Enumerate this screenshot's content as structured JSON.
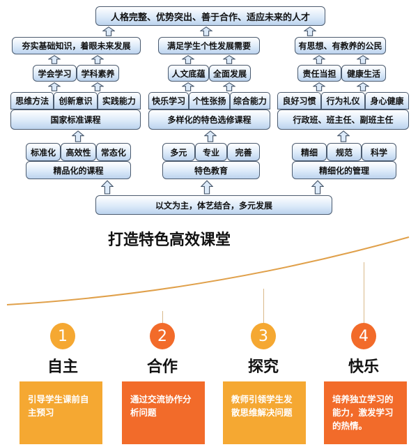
{
  "diagram": {
    "goal": "人格完整、优势突出、善于合作、适应未来的人才",
    "columns": [
      {
        "aim": "夯实基础知识，着眼未来发展",
        "mid": [
          "学会学习",
          "学科素养"
        ],
        "skills": [
          "思维方法",
          "创新意识",
          "实践能力"
        ],
        "course": "国家标准课程",
        "traits": [
          "标准化",
          "高效性",
          "常态化"
        ],
        "base": "精品化的课程"
      },
      {
        "aim": "满足学生个性发展需要",
        "mid": [
          "人文底蕴",
          "全面发展"
        ],
        "skills": [
          "快乐学习",
          "个性张扬",
          "综合能力"
        ],
        "course": "多样化的特色选修课程",
        "traits": [
          "多元",
          "专业",
          "完善"
        ],
        "base": "特色教育"
      },
      {
        "aim": "有思想、有教养的公民",
        "mid": [
          "责任当担",
          "健康生活"
        ],
        "skills": [
          "良好习惯",
          "行为礼仪",
          "身心健康"
        ],
        "course": "行政班、班主任、副班主任",
        "traits": [
          "精细",
          "规范",
          "科学"
        ],
        "base": "精细化的管理"
      }
    ],
    "foundation": "以文为主，体艺结合，多元发展"
  },
  "classroom": {
    "title": "打造特色高效课堂",
    "steps": [
      {
        "num": "1",
        "label": "自主",
        "desc": "引导学生课前自主预习",
        "color": "#f5a832"
      },
      {
        "num": "2",
        "label": "合作",
        "desc": "通过交流协作分析问题",
        "color": "#f26b2a"
      },
      {
        "num": "3",
        "label": "探究",
        "desc": "教师引领学生发散思维解决问题",
        "color": "#f5a832"
      },
      {
        "num": "4",
        "label": "快乐",
        "desc": "培养独立学习的能力，激发学习的热情。",
        "color": "#f26b2a"
      }
    ]
  }
}
